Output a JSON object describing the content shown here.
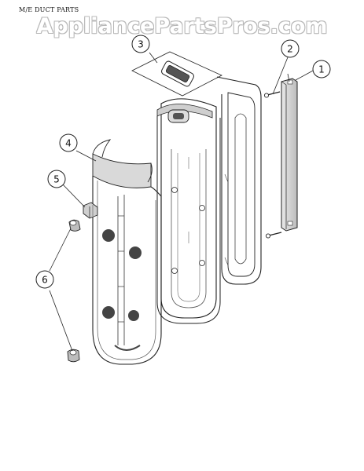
{
  "title": "M/E DUCT PARTS",
  "watermark": "AppliancePartsPros.com",
  "callouts": [
    {
      "id": "callout-1",
      "label": "1"
    },
    {
      "id": "callout-2",
      "label": "2"
    },
    {
      "id": "callout-3",
      "label": "3"
    },
    {
      "id": "callout-4",
      "label": "4"
    },
    {
      "id": "callout-5",
      "label": "5"
    },
    {
      "id": "callout-6",
      "label": "6"
    }
  ],
  "colors": {
    "line": "#222222",
    "shade": "#8a8a8a",
    "watermark_outline": "#b8b8b8"
  }
}
